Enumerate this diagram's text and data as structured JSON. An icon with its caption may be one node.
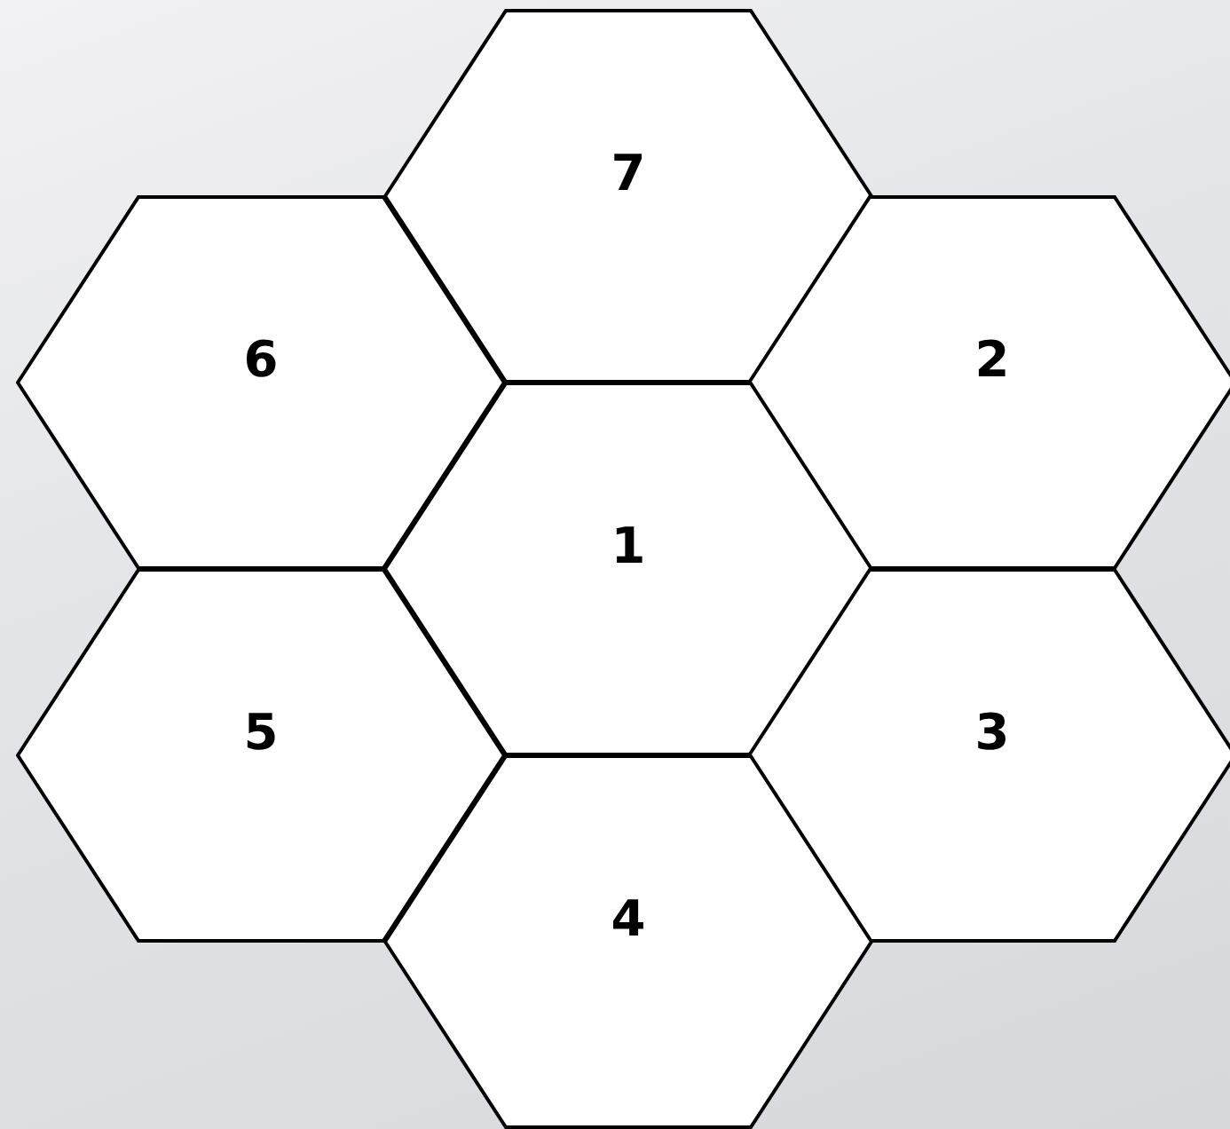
{
  "diagram": {
    "nodes": [
      {
        "text": [
          "7"
        ]
      },
      {
        "text": [
          "6"
        ]
      },
      {
        "text": [
          "2"
        ]
      },
      {
        "text": [
          "1"
        ]
      },
      {
        "text": [
          "5"
        ]
      },
      {
        "text": [
          "3"
        ]
      },
      {
        "text": [
          "4"
        ]
      }
    ]
  }
}
